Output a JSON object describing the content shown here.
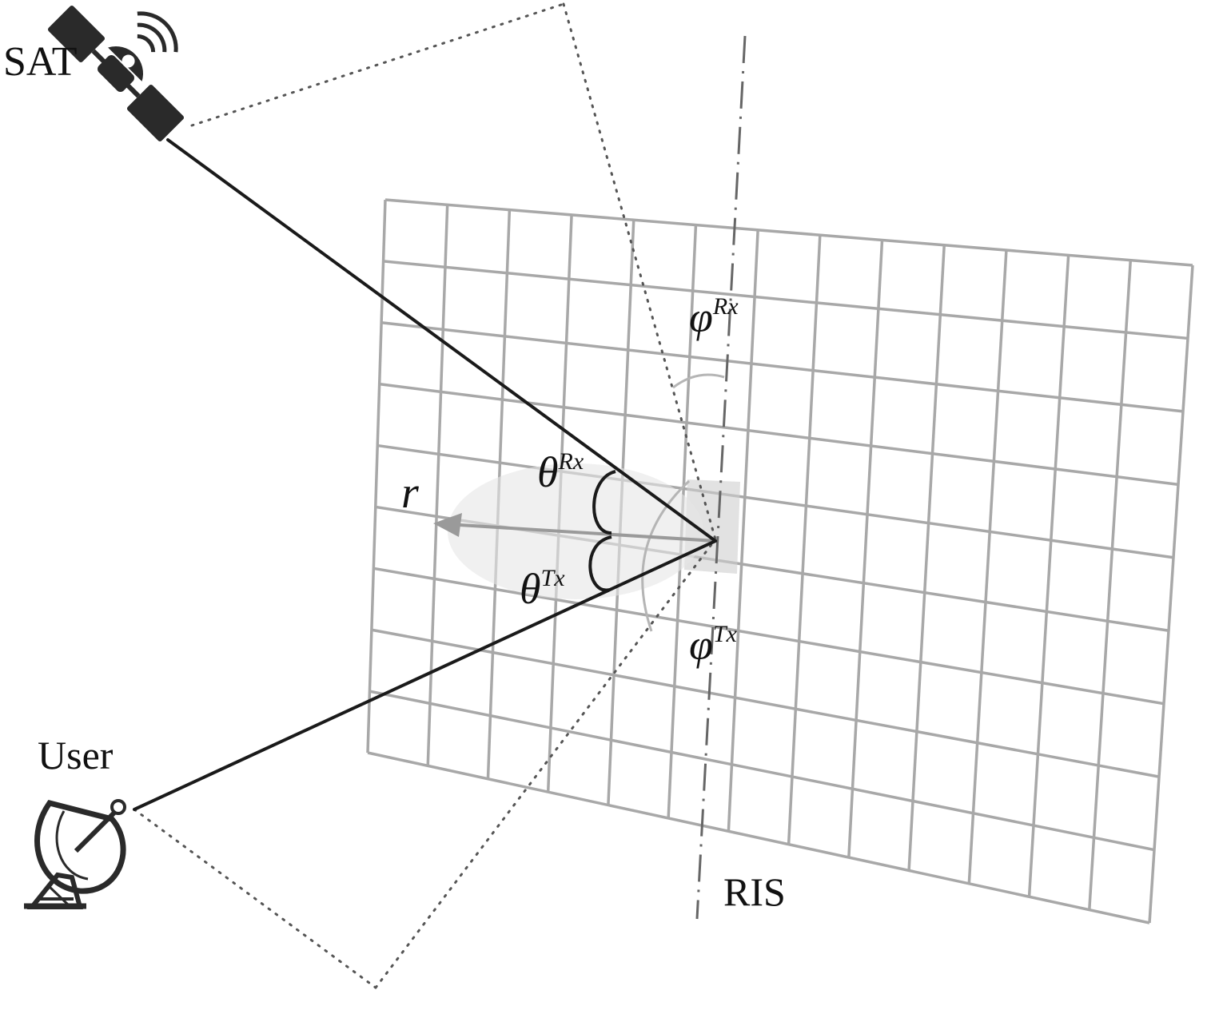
{
  "labels": {
    "satellite": "SAT",
    "user": "User",
    "ris": "RIS",
    "reflection_vector": "r",
    "theta_symbol": "θ",
    "phi_symbol": "φ",
    "rx_superscript": "Rx",
    "tx_superscript": "Tx"
  },
  "colors": {
    "ray": "#1a1a1a",
    "grid": "#a8a8a8",
    "dotted": "#555555",
    "dashdot": "#666666",
    "arrow": "#9a9a9a"
  },
  "icons": {
    "satellite": "satellite-icon",
    "user": "satellite-dish-icon"
  }
}
